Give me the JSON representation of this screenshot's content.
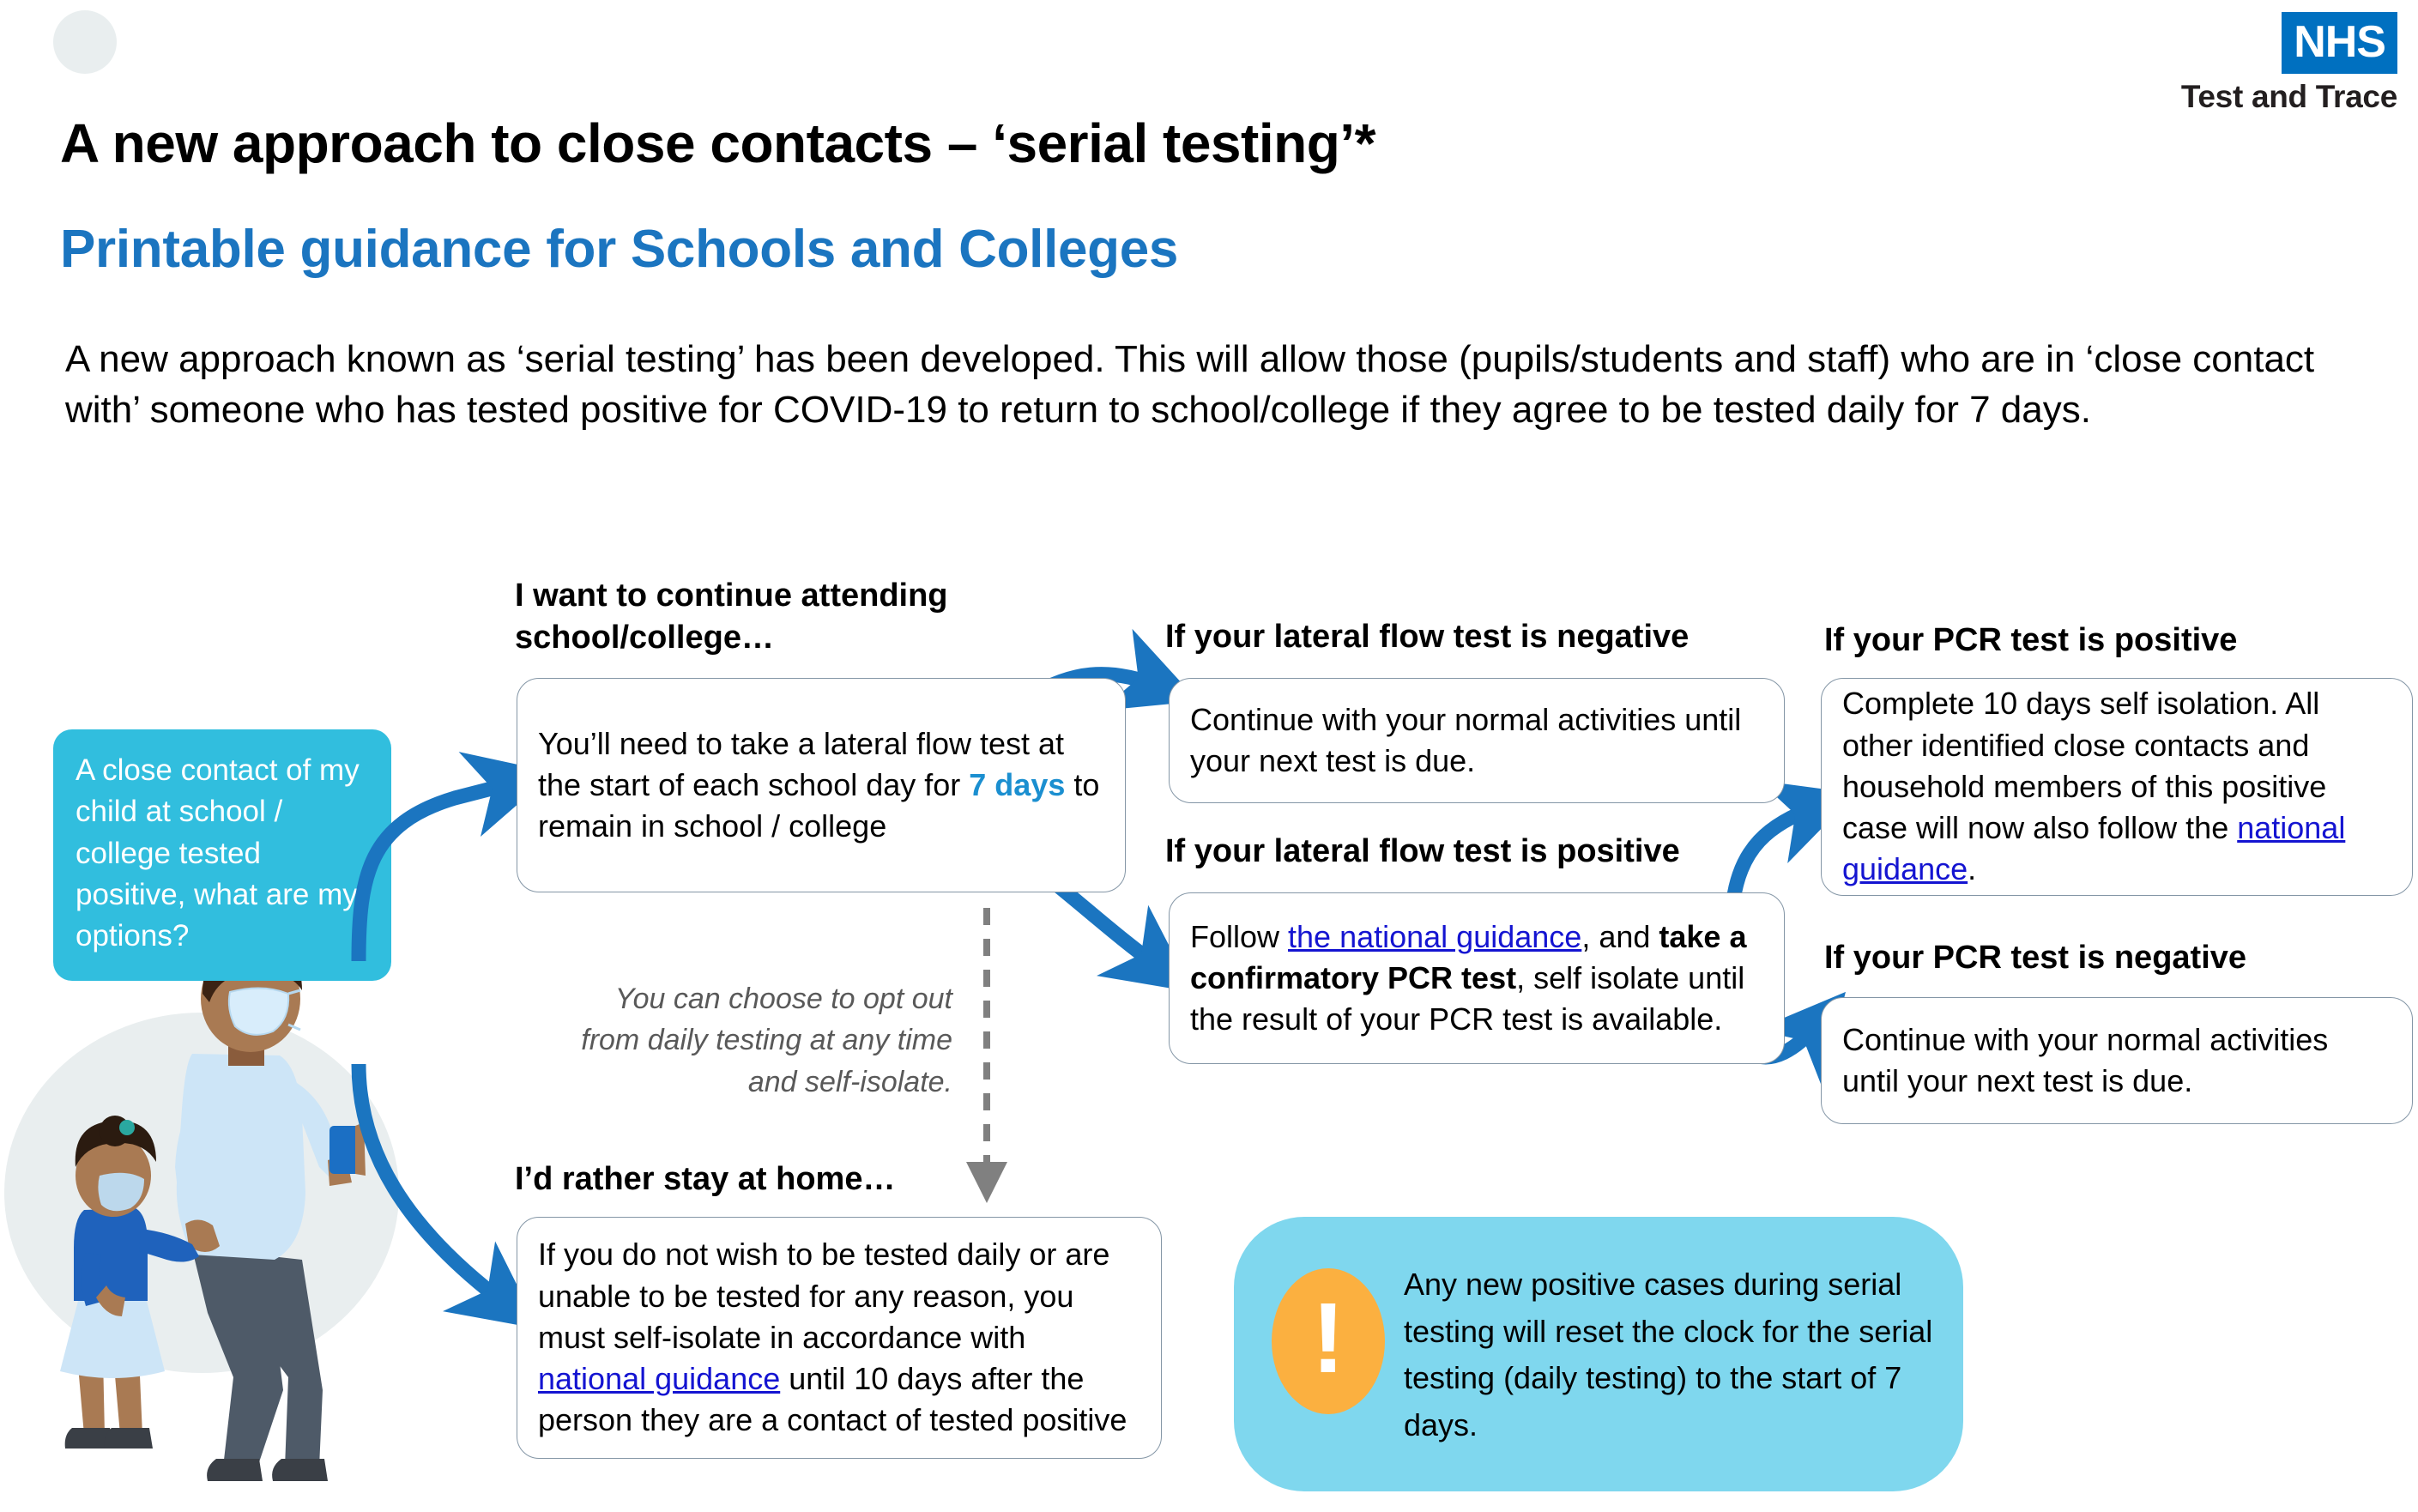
{
  "brand": {
    "logo_text": "NHS",
    "logo_sub": "Test and Trace",
    "blue": "#0070c0",
    "accent_blue": "#1b75c0",
    "cyan": "#31bede",
    "callout_cyan": "#7fd7ee",
    "orange": "#fbb040",
    "link_blue": "#1414d1"
  },
  "header": {
    "title": "A new approach to close contacts – ‘serial testing’*",
    "subtitle": "Printable guidance for Schools and Colleges",
    "intro": "A new approach known as ‘serial testing’ has been developed. This will allow those (pupils/students and staff) who are in ‘close contact with’ someone who has tested positive for COVID-19 to return to school/college if they agree to be tested daily for 7 days."
  },
  "bubble": {
    "text": "A close contact of my child at school / college tested positive, what are my options?"
  },
  "flow": {
    "continue_heading": "I want to continue attending school/college…",
    "continue_body_pre": "You’ll need to take a lateral flow test at the start of each school day for ",
    "continue_body_highlight": "7 days",
    "continue_body_post": " to remain in school / college",
    "optout_note": "You can choose to opt out from daily testing at any time and self-isolate.",
    "stayhome_heading": "I’d rather stay at home…",
    "stayhome_body_pre": "If you do not wish to be tested daily or are unable to be tested for any reason, you must self-isolate in accordance with ",
    "stayhome_link": "national guidance",
    "stayhome_body_post": " until 10 days after the person they are a contact of tested positive",
    "lft_negative_heading": "If your lateral flow test is negative",
    "lft_negative_body": "Continue with your normal activities until your next test is due.",
    "lft_positive_heading": "If your lateral flow test is positive",
    "lft_positive_pre": "Follow ",
    "lft_positive_link": "the national guidance",
    "lft_positive_mid": ", and ",
    "lft_positive_bold": "take a confirmatory PCR test",
    "lft_positive_post": ", self isolate until the result of your PCR test is available.",
    "pcr_positive_heading": "If your PCR test is positive",
    "pcr_positive_pre": "Complete 10 days self isolation.  All other identified close contacts and household members of this positive case will now also follow the ",
    "pcr_positive_link": "national guidance",
    "pcr_positive_post": ".",
    "pcr_negative_heading": "If your PCR test is negative",
    "pcr_negative_body": "Continue with your normal activities until your next test is due."
  },
  "callout": {
    "icon": "exclamation-mark",
    "text": "Any new positive cases during serial testing will reset the clock for the serial testing (daily testing) to the start of 7 days."
  },
  "illustration": {
    "name": "parent-and-child-walking-with-masks"
  }
}
